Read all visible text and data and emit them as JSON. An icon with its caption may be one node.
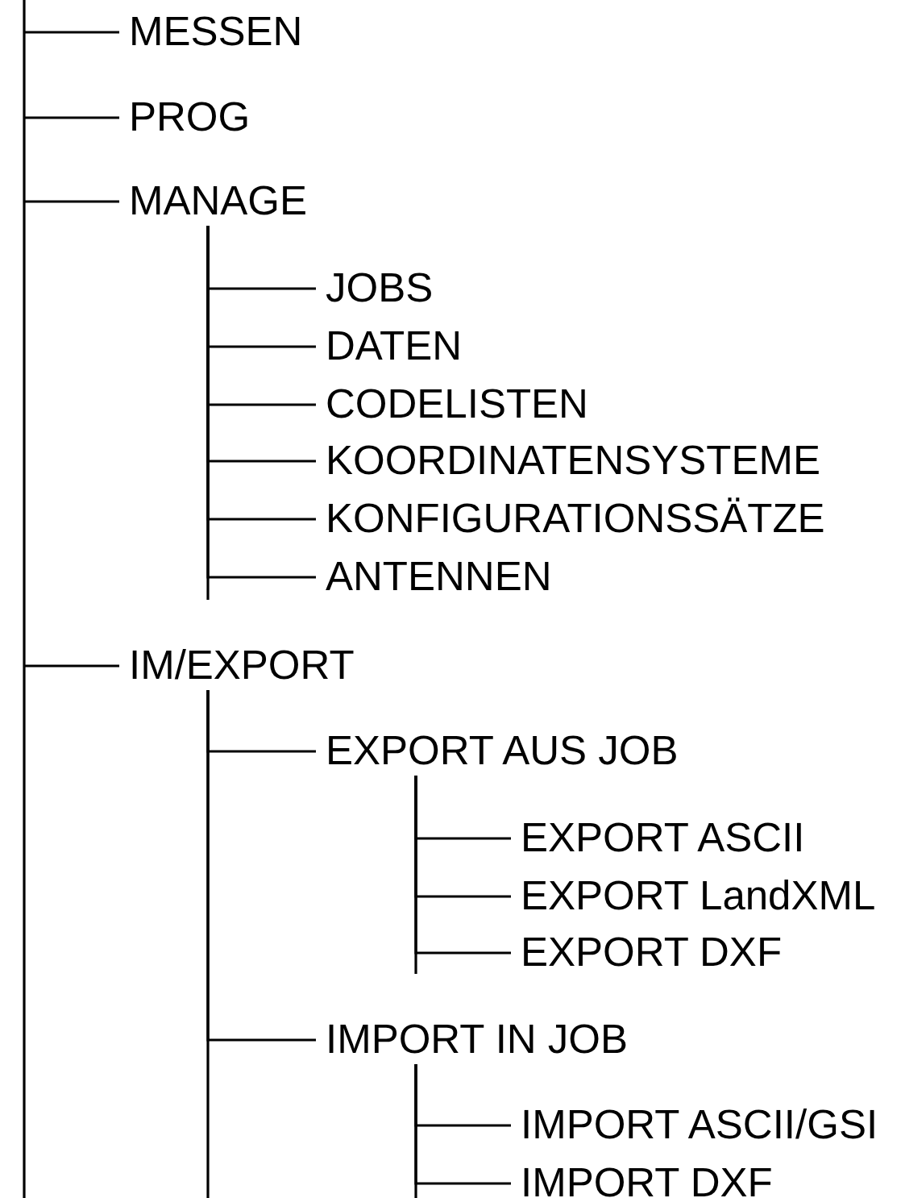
{
  "diagram": {
    "nodes": [
      {
        "text": [
          "MESSEN"
        ]
      },
      {
        "text": [
          "PROG"
        ]
      },
      {
        "text": [
          "MANAGE"
        ]
      },
      {
        "text": [
          "JOBS"
        ]
      },
      {
        "text": [
          "DATEN"
        ]
      },
      {
        "text": [
          "CODELISTEN"
        ]
      },
      {
        "text": [
          "KOORDINATENSYSTEME"
        ]
      },
      {
        "text": [
          "KONFIGURATIONSSÄTZE"
        ]
      },
      {
        "text": [
          "ANTENNEN"
        ]
      },
      {
        "text": [
          "IM/EXPORT"
        ]
      },
      {
        "text": [
          "EXPORT AUS JOB"
        ]
      },
      {
        "text": [
          "EXPORT ASCII"
        ]
      },
      {
        "text": [
          "EXPORT LandXML"
        ]
      },
      {
        "text": [
          "EXPORT DXF"
        ]
      },
      {
        "text": [
          "IMPORT IN JOB"
        ]
      },
      {
        "text": [
          "IMPORT ASCII/GSI"
        ]
      },
      {
        "text": [
          "IMPORT DXF"
        ]
      }
    ],
    "edges": [
      {
        "from": null,
        "to": 0,
        "arrow": "none"
      },
      {
        "from": null,
        "to": 1,
        "arrow": "none"
      },
      {
        "from": null,
        "to": 2,
        "arrow": "none"
      },
      {
        "from": 2,
        "to": 3,
        "arrow": "none"
      },
      {
        "from": 2,
        "to": 4,
        "arrow": "none"
      },
      {
        "from": 2,
        "to": 5,
        "arrow": "none"
      },
      {
        "from": 2,
        "to": 6,
        "arrow": "none"
      },
      {
        "from": 2,
        "to": 7,
        "arrow": "none"
      },
      {
        "from": 2,
        "to": 8,
        "arrow": "none"
      },
      {
        "from": null,
        "to": 9,
        "arrow": "none"
      },
      {
        "from": 9,
        "to": 10,
        "arrow": "none"
      },
      {
        "from": 10,
        "to": 11,
        "arrow": "none"
      },
      {
        "from": 10,
        "to": 12,
        "arrow": "none"
      },
      {
        "from": 10,
        "to": 13,
        "arrow": "none"
      },
      {
        "from": 9,
        "to": 14,
        "arrow": "none"
      },
      {
        "from": 14,
        "to": 15,
        "arrow": "none"
      },
      {
        "from": 14,
        "to": 16,
        "arrow": "none"
      }
    ]
  }
}
